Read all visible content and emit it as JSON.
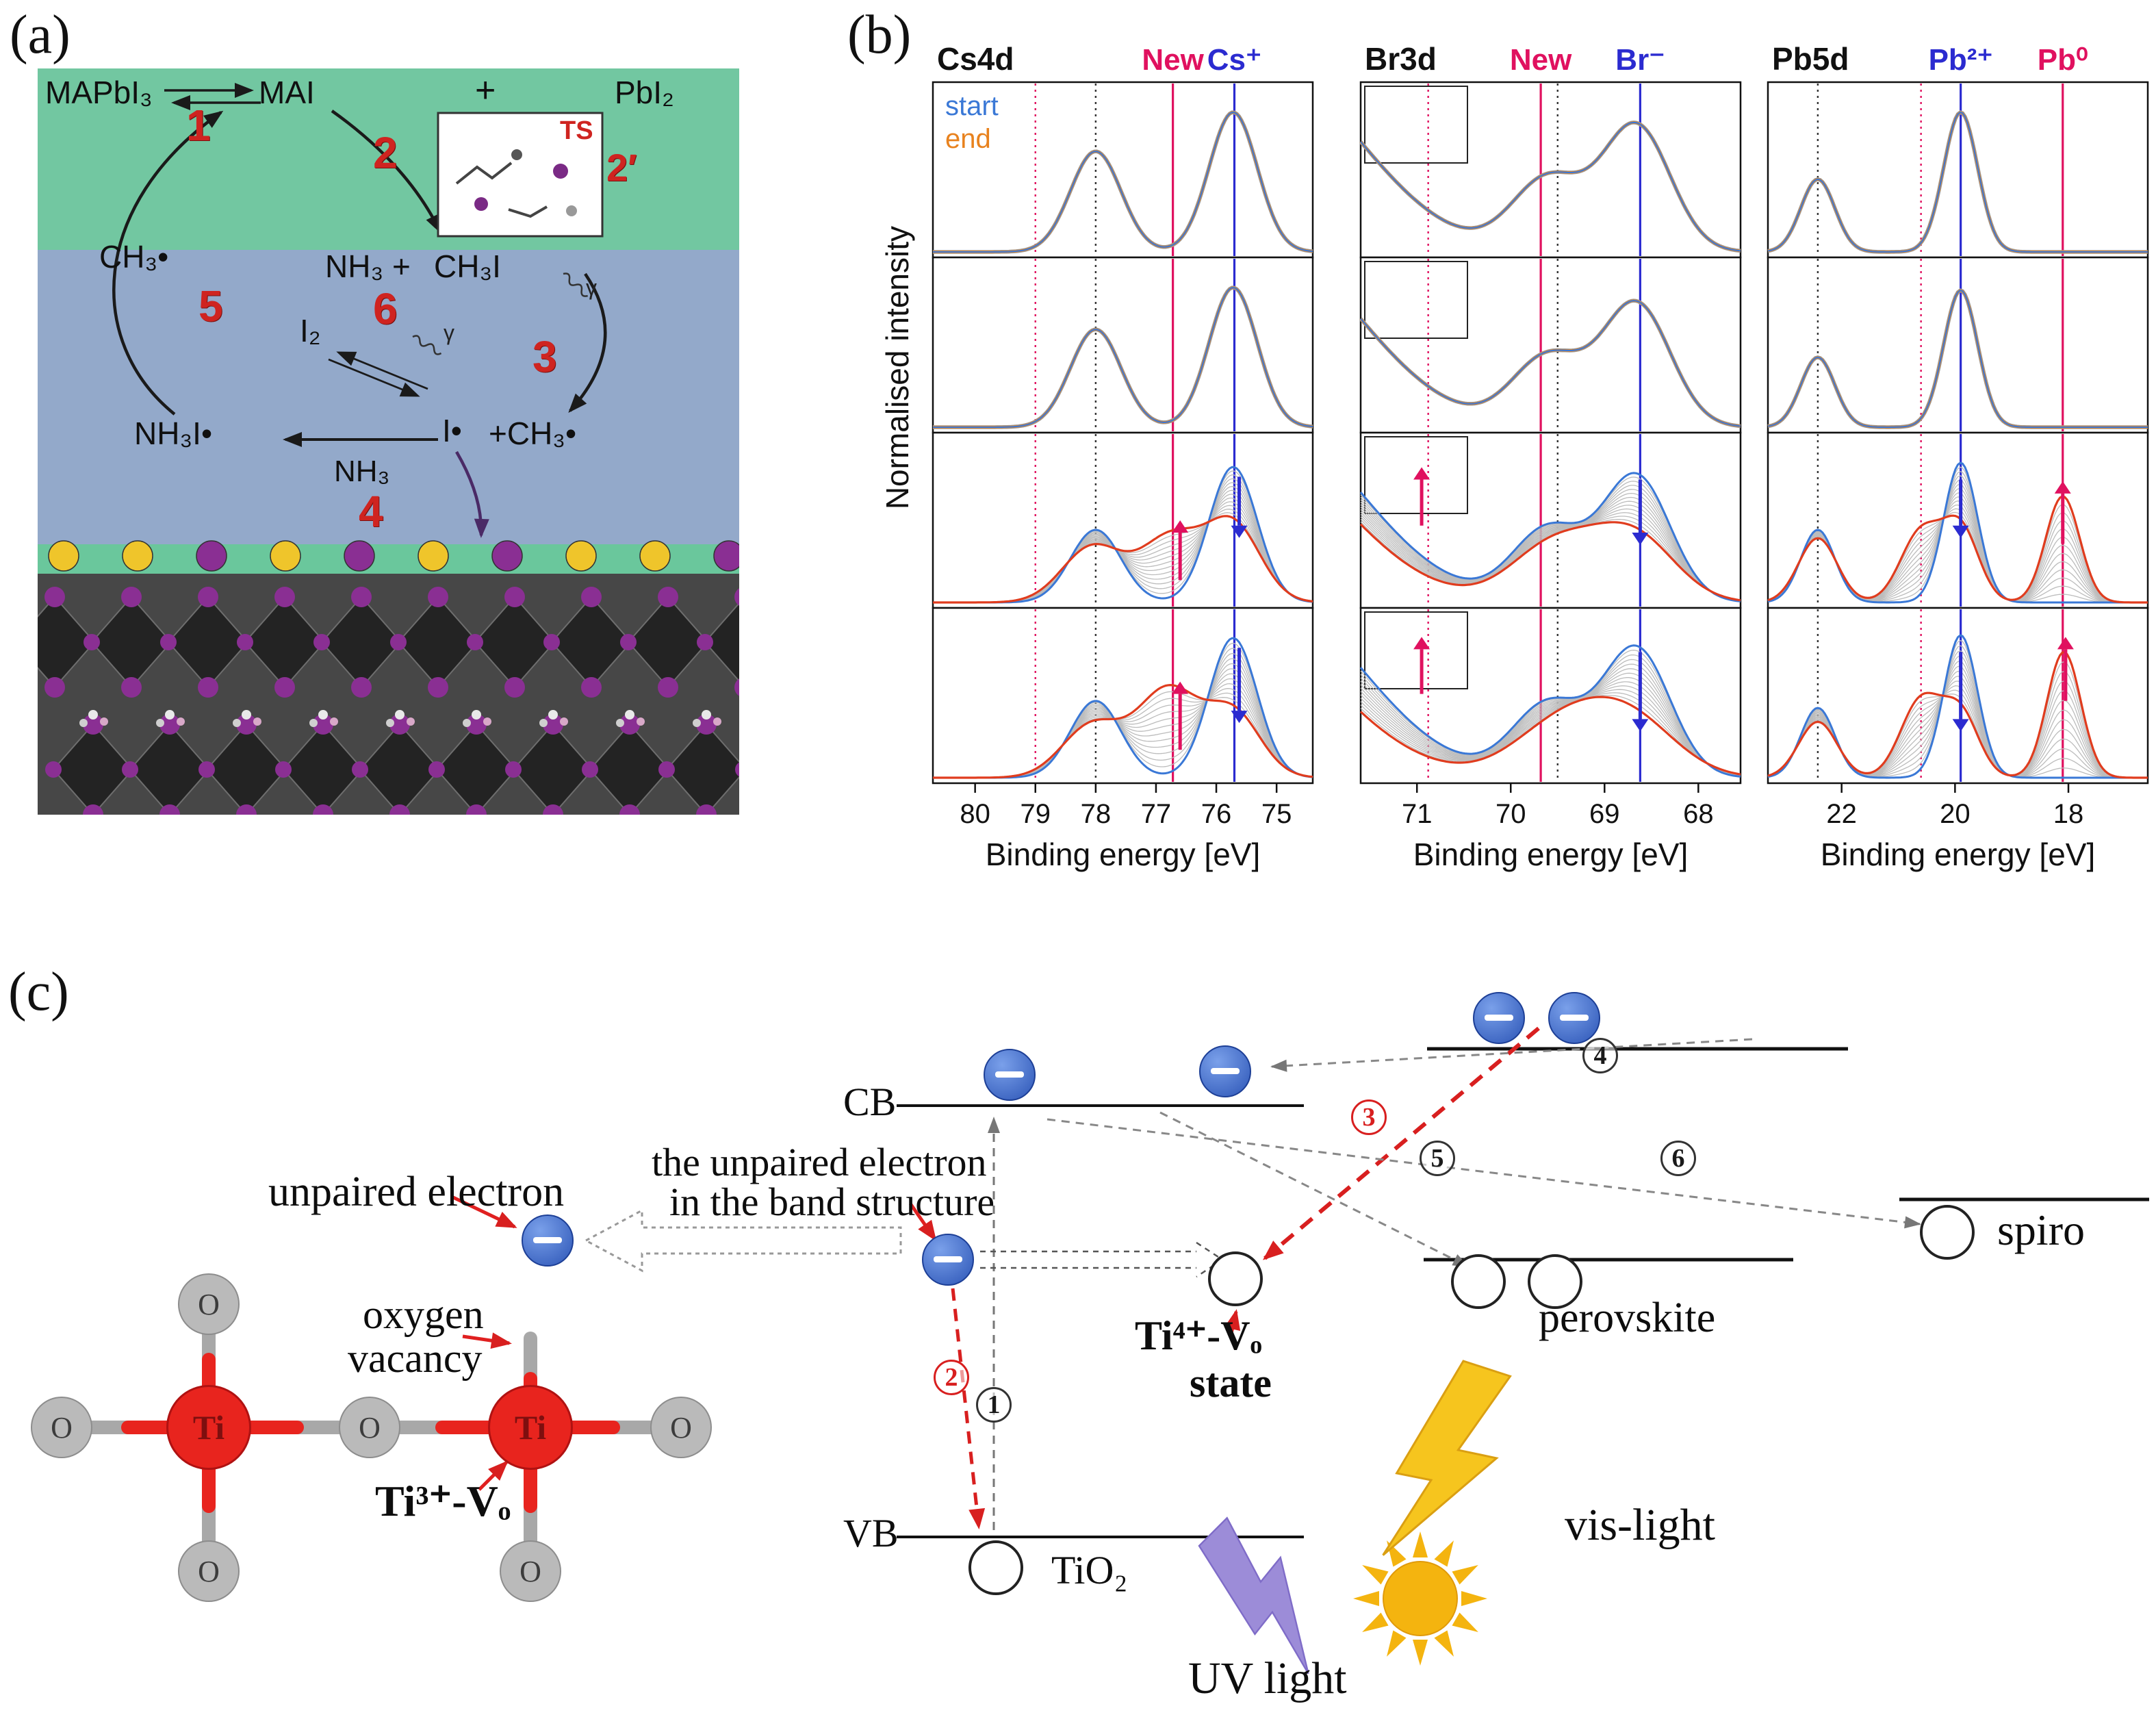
{
  "figure": {
    "label_a": "(a)",
    "label_b": "(b)",
    "label_c": "(c)"
  },
  "panel_a": {
    "mapbi3": "MAPbI₃",
    "mai": "MAI",
    "plus": "+",
    "pbi2": "PbI₂",
    "step1": "1",
    "step2": "2",
    "ts": "TS",
    "step2p": "2′",
    "nh3_plus": "NH₃ +",
    "ch3i": "CH₃I",
    "ch3_radical": "CH₃•",
    "step5": "5",
    "step6": "6",
    "i2": "I₂",
    "gamma": "γ",
    "step3": "3",
    "nh3i_radical": "NH₃I•",
    "i_radical": "I•",
    "plus_ch3": "+CH₃•",
    "nh3": "NH₃",
    "step4": "4"
  },
  "panel_b": {
    "ylabel": "Normalised intensity"
  },
  "chart_data": {
    "type": "line",
    "ylabel": "Normalised intensity",
    "legend": {
      "start": {
        "label": "start",
        "color": "#3a78d6"
      },
      "end": {
        "label": "end",
        "color": "#e8821e"
      }
    },
    "panels": [
      {
        "title": "Cs4d",
        "xlabel": "Binding energy [eV]",
        "x_left": 80.7,
        "x_right": 74.4,
        "ticks": [
          80,
          79,
          78,
          77,
          76,
          75
        ],
        "inset": false,
        "vlines": [
          {
            "ev": 79.0,
            "dash": true,
            "color": "#e0115f"
          },
          {
            "ev": 78.0,
            "dash": true,
            "color": "#333333"
          },
          {
            "ev": 76.72,
            "dash": false,
            "color": "#e0115f",
            "label": "New"
          },
          {
            "ev": 75.7,
            "dash": false,
            "color": "#2b2bd0",
            "label": "Cs⁺"
          }
        ],
        "rows": [
          {
            "evolve": false,
            "start": [
              {
                "c": 78.0,
                "w": 0.42,
                "h": 0.72
              },
              {
                "c": 75.72,
                "w": 0.4,
                "h": 1.0
              }
            ],
            "end": [
              {
                "c": 78.0,
                "w": 0.42,
                "h": 0.72
              },
              {
                "c": 75.72,
                "w": 0.4,
                "h": 1.0
              }
            ],
            "arrows": []
          },
          {
            "evolve": false,
            "start": [
              {
                "c": 78.0,
                "w": 0.42,
                "h": 0.7
              },
              {
                "c": 75.72,
                "w": 0.4,
                "h": 1.0
              }
            ],
            "end": [
              {
                "c": 78.0,
                "w": 0.42,
                "h": 0.7
              },
              {
                "c": 75.72,
                "w": 0.4,
                "h": 1.0
              }
            ],
            "arrows": []
          },
          {
            "evolve": true,
            "start": [
              {
                "c": 78.0,
                "w": 0.42,
                "h": 0.52
              },
              {
                "c": 75.72,
                "w": 0.4,
                "h": 0.97
              }
            ],
            "end": [
              {
                "c": 78.05,
                "w": 0.5,
                "h": 0.4
              },
              {
                "c": 76.75,
                "w": 0.5,
                "h": 0.46
              },
              {
                "c": 75.72,
                "w": 0.45,
                "h": 0.55
              }
            ],
            "arrows": [
              {
                "ev": 76.6,
                "y1": 0.16,
                "y2": 0.5,
                "color": "#e0115f"
              },
              {
                "ev": 75.62,
                "y1": 0.9,
                "y2": 0.55,
                "color": "#2b2bd0"
              }
            ]
          },
          {
            "evolve": true,
            "start": [
              {
                "c": 78.0,
                "w": 0.42,
                "h": 0.55
              },
              {
                "c": 75.72,
                "w": 0.4,
                "h": 1.0
              }
            ],
            "end": [
              {
                "c": 78.05,
                "w": 0.5,
                "h": 0.38
              },
              {
                "c": 76.8,
                "w": 0.5,
                "h": 0.62
              },
              {
                "c": 75.72,
                "w": 0.45,
                "h": 0.46
              }
            ],
            "arrows": [
              {
                "ev": 76.6,
                "y1": 0.2,
                "y2": 0.6,
                "color": "#e0115f"
              },
              {
                "ev": 75.62,
                "y1": 0.93,
                "y2": 0.48,
                "color": "#2b2bd0"
              }
            ]
          }
        ]
      },
      {
        "title": "Br3d",
        "xlabel": "Binding energy [eV]",
        "x_left": 71.6,
        "x_right": 67.55,
        "ticks": [
          71,
          70,
          69,
          68
        ],
        "inset": true,
        "vlines": [
          {
            "ev": 70.88,
            "dash": true,
            "color": "#e0115f"
          },
          {
            "ev": 69.5,
            "dash": true,
            "color": "#333333"
          },
          {
            "ev": 69.68,
            "dash": false,
            "color": "#e0115f",
            "label": "New"
          },
          {
            "ev": 68.62,
            "dash": false,
            "color": "#2b2bd0",
            "label": "Br⁻"
          }
        ],
        "rows": [
          {
            "evolve": false,
            "start": [
              {
                "c": 72.6,
                "w": 1.0,
                "h": 1.3
              },
              {
                "c": 69.6,
                "w": 0.38,
                "h": 0.52
              },
              {
                "c": 68.66,
                "w": 0.36,
                "h": 0.9
              }
            ],
            "end": [
              {
                "c": 72.6,
                "w": 1.0,
                "h": 1.3
              },
              {
                "c": 69.6,
                "w": 0.38,
                "h": 0.52
              },
              {
                "c": 68.66,
                "w": 0.36,
                "h": 0.9
              }
            ],
            "arrows": []
          },
          {
            "evolve": false,
            "start": [
              {
                "c": 72.6,
                "w": 1.0,
                "h": 1.28
              },
              {
                "c": 69.6,
                "w": 0.38,
                "h": 0.5
              },
              {
                "c": 68.66,
                "w": 0.36,
                "h": 0.88
              }
            ],
            "end": [
              {
                "c": 72.6,
                "w": 1.0,
                "h": 1.28
              },
              {
                "c": 69.6,
                "w": 0.38,
                "h": 0.5
              },
              {
                "c": 68.66,
                "w": 0.36,
                "h": 0.88
              }
            ],
            "arrows": []
          },
          {
            "evolve": true,
            "start": [
              {
                "c": 72.6,
                "w": 1.0,
                "h": 1.3
              },
              {
                "c": 69.6,
                "w": 0.38,
                "h": 0.52
              },
              {
                "c": 68.66,
                "w": 0.36,
                "h": 0.9
              }
            ],
            "end": [
              {
                "c": 72.8,
                "w": 1.0,
                "h": 1.15
              },
              {
                "c": 69.55,
                "w": 0.45,
                "h": 0.4
              },
              {
                "c": 68.7,
                "w": 0.44,
                "h": 0.48
              }
            ],
            "arrows": [
              {
                "ev": 70.95,
                "y1": 0.55,
                "y2": 0.88,
                "color": "#e0115f"
              },
              {
                "ev": 68.62,
                "y1": 0.88,
                "y2": 0.5,
                "color": "#2b2bd0"
              }
            ]
          },
          {
            "evolve": true,
            "start": [
              {
                "c": 72.6,
                "w": 1.0,
                "h": 1.3
              },
              {
                "c": 69.6,
                "w": 0.38,
                "h": 0.52
              },
              {
                "c": 68.66,
                "w": 0.36,
                "h": 0.92
              }
            ],
            "end": [
              {
                "c": 72.9,
                "w": 1.0,
                "h": 1.1
              },
              {
                "c": 69.5,
                "w": 0.5,
                "h": 0.34
              },
              {
                "c": 68.75,
                "w": 0.5,
                "h": 0.42
              }
            ],
            "arrows": [
              {
                "ev": 70.95,
                "y1": 0.6,
                "y2": 0.92,
                "color": "#e0115f"
              },
              {
                "ev": 68.62,
                "y1": 0.9,
                "y2": 0.42,
                "color": "#2b2bd0"
              }
            ]
          }
        ]
      },
      {
        "title": "Pb5d",
        "xlabel": "Binding energy [eV]",
        "x_left": 23.3,
        "x_right": 16.6,
        "ticks": [
          22,
          20,
          18
        ],
        "inset": false,
        "vlines": [
          {
            "ev": 22.42,
            "dash": true,
            "color": "#333333"
          },
          {
            "ev": 20.6,
            "dash": true,
            "color": "#e0115f"
          },
          {
            "ev": 19.9,
            "dash": false,
            "color": "#2b2bd0",
            "label": "Pb²⁺"
          },
          {
            "ev": 18.1,
            "dash": false,
            "color": "#e0115f",
            "label": "Pb⁰"
          }
        ],
        "rows": [
          {
            "evolve": false,
            "start": [
              {
                "c": 22.42,
                "w": 0.3,
                "h": 0.52
              },
              {
                "c": 19.9,
                "w": 0.3,
                "h": 1.0
              }
            ],
            "end": [
              {
                "c": 22.42,
                "w": 0.3,
                "h": 0.52
              },
              {
                "c": 19.9,
                "w": 0.3,
                "h": 1.0
              }
            ],
            "arrows": []
          },
          {
            "evolve": false,
            "start": [
              {
                "c": 22.42,
                "w": 0.3,
                "h": 0.5
              },
              {
                "c": 19.9,
                "w": 0.3,
                "h": 0.98
              }
            ],
            "end": [
              {
                "c": 22.42,
                "w": 0.3,
                "h": 0.5
              },
              {
                "c": 19.9,
                "w": 0.3,
                "h": 0.98
              }
            ],
            "arrows": []
          },
          {
            "evolve": true,
            "start": [
              {
                "c": 22.42,
                "w": 0.3,
                "h": 0.52
              },
              {
                "c": 19.9,
                "w": 0.3,
                "h": 1.0
              }
            ],
            "end": [
              {
                "c": 22.42,
                "w": 0.34,
                "h": 0.46
              },
              {
                "c": 20.6,
                "w": 0.36,
                "h": 0.5
              },
              {
                "c": 19.9,
                "w": 0.32,
                "h": 0.52
              },
              {
                "c": 18.1,
                "w": 0.3,
                "h": 0.76
              }
            ],
            "arrows": [
              {
                "ev": 19.9,
                "y1": 0.88,
                "y2": 0.55,
                "color": "#2b2bd0"
              },
              {
                "ev": 18.1,
                "y1": 0.42,
                "y2": 0.78,
                "color": "#e0115f"
              }
            ]
          },
          {
            "evolve": true,
            "start": [
              {
                "c": 22.42,
                "w": 0.3,
                "h": 0.5
              },
              {
                "c": 19.9,
                "w": 0.3,
                "h": 1.02
              }
            ],
            "end": [
              {
                "c": 22.42,
                "w": 0.34,
                "h": 0.4
              },
              {
                "c": 20.6,
                "w": 0.36,
                "h": 0.55
              },
              {
                "c": 19.9,
                "w": 0.32,
                "h": 0.45
              },
              {
                "c": 18.08,
                "w": 0.3,
                "h": 0.9
              }
            ],
            "arrows": [
              {
                "ev": 19.9,
                "y1": 0.9,
                "y2": 0.42,
                "color": "#2b2bd0"
              },
              {
                "ev": 18.05,
                "y1": 0.55,
                "y2": 0.92,
                "color": "#e0115f"
              }
            ]
          }
        ]
      }
    ]
  },
  "panel_c": {
    "unpaired_electron": "unpaired electron",
    "band_electron_1": "the unpaired electron",
    "band_electron_2": "in the band structure",
    "oxygen": "oxygen",
    "vacancy": "vacancy",
    "ti3_vo": "Ti³⁺-Vₒ",
    "ti4_vo": "Ti⁴⁺-Vₒ",
    "state": "state",
    "cb": "CB",
    "vb": "VB",
    "tio2": "TiO₂",
    "perovskite": "perovskite",
    "spiro": "spiro",
    "uv_light": "UV light",
    "vis_light": "vis-light",
    "atom_ti": "Ti",
    "atom_o": "O",
    "steps": {
      "s1": "1",
      "s2": "2",
      "s3": "3",
      "s4": "4",
      "s5": "5",
      "s6": "6"
    }
  }
}
